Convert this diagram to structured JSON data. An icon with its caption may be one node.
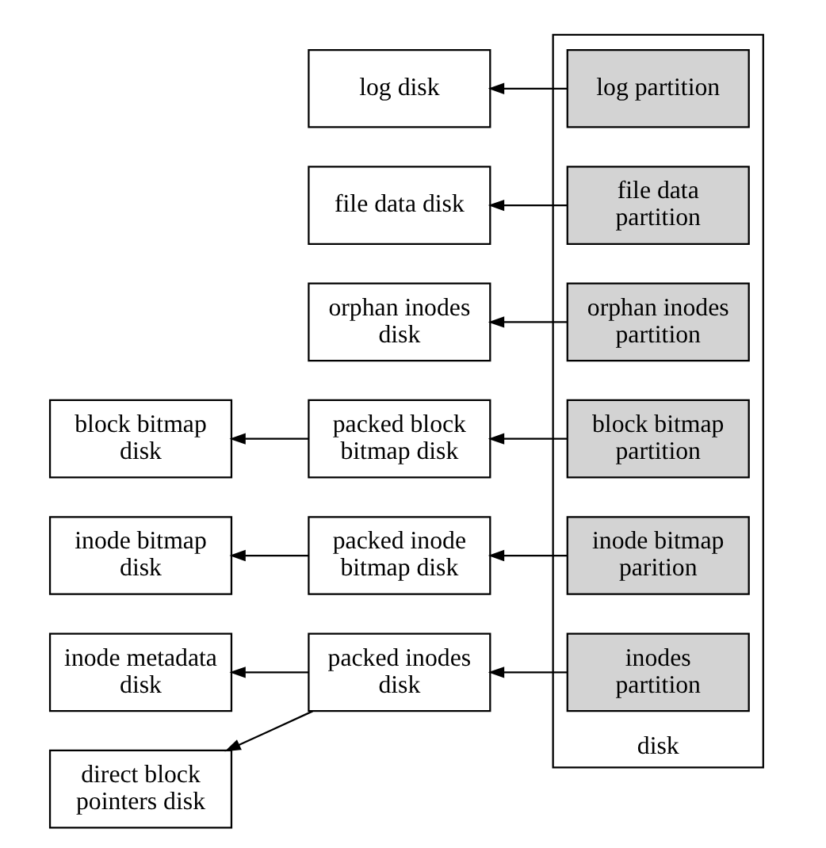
{
  "diagram": {
    "nodes": [
      {
        "text": [
          "disk"
        ]
      },
      {
        "text": [
          "log partition"
        ],
        "in": 0
      },
      {
        "text": [
          "file data partition"
        ],
        "in": 0
      },
      {
        "text": [
          "orphan inodes partition"
        ],
        "in": 0
      },
      {
        "text": [
          "block bitmap partition"
        ],
        "in": 0
      },
      {
        "text": [
          "inode bitmap parition"
        ],
        "in": 0
      },
      {
        "text": [
          "inodes partition"
        ],
        "in": 0
      },
      {
        "text": [
          "log disk"
        ]
      },
      {
        "text": [
          "file data disk"
        ]
      },
      {
        "text": [
          "orphan inodes disk"
        ]
      },
      {
        "text": [
          "packed block bitmap disk"
        ]
      },
      {
        "text": [
          "block bitmap disk"
        ]
      },
      {
        "text": [
          "packed inode bitmap disk"
        ]
      },
      {
        "text": [
          "inode bitmap disk"
        ]
      },
      {
        "text": [
          "packed inodes disk"
        ]
      },
      {
        "text": [
          "inode metadata disk"
        ]
      },
      {
        "text": [
          "direct block pointers disk"
        ]
      }
    ],
    "edges": [
      {
        "from": 1,
        "to": 7,
        "arrow": "to"
      },
      {
        "from": 2,
        "to": 8,
        "arrow": "to"
      },
      {
        "from": 3,
        "to": 9,
        "arrow": "to"
      },
      {
        "from": 4,
        "to": 10,
        "arrow": "to"
      },
      {
        "from": 10,
        "to": 11,
        "arrow": "to"
      },
      {
        "from": 5,
        "to": 12,
        "arrow": "to"
      },
      {
        "from": 12,
        "to": 13,
        "arrow": "to"
      },
      {
        "from": 6,
        "to": 14,
        "arrow": "to"
      },
      {
        "from": 14,
        "to": 15,
        "arrow": "to"
      },
      {
        "from": 14,
        "to": 16,
        "arrow": "to"
      }
    ]
  }
}
